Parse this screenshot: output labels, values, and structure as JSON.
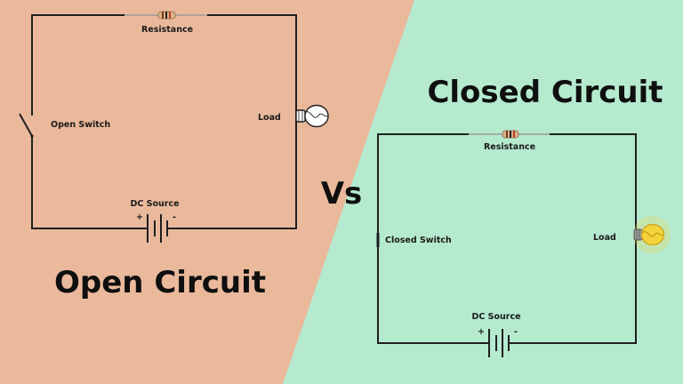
{
  "colors": {
    "open_bg": "#eab99c",
    "closed_bg": "#b5eacf",
    "wire": "#1f1f1f",
    "bulb_on": "#f5d33a",
    "resistor_body": "#d9b48a"
  },
  "open_circuit": {
    "title": "Open Circuit",
    "resistance_label": "Resistance",
    "switch_label": "Open Switch",
    "load_label": "Load",
    "source_label": "DC Source",
    "plus": "+",
    "minus": "-",
    "bulb_state": "off"
  },
  "versus": "Vs",
  "closed_circuit": {
    "title": "Closed Circuit",
    "resistance_label": "Resistance",
    "switch_label": "Closed Switch",
    "load_label": "Load",
    "source_label": "DC Source",
    "plus": "+",
    "minus": "-",
    "bulb_state": "on"
  }
}
